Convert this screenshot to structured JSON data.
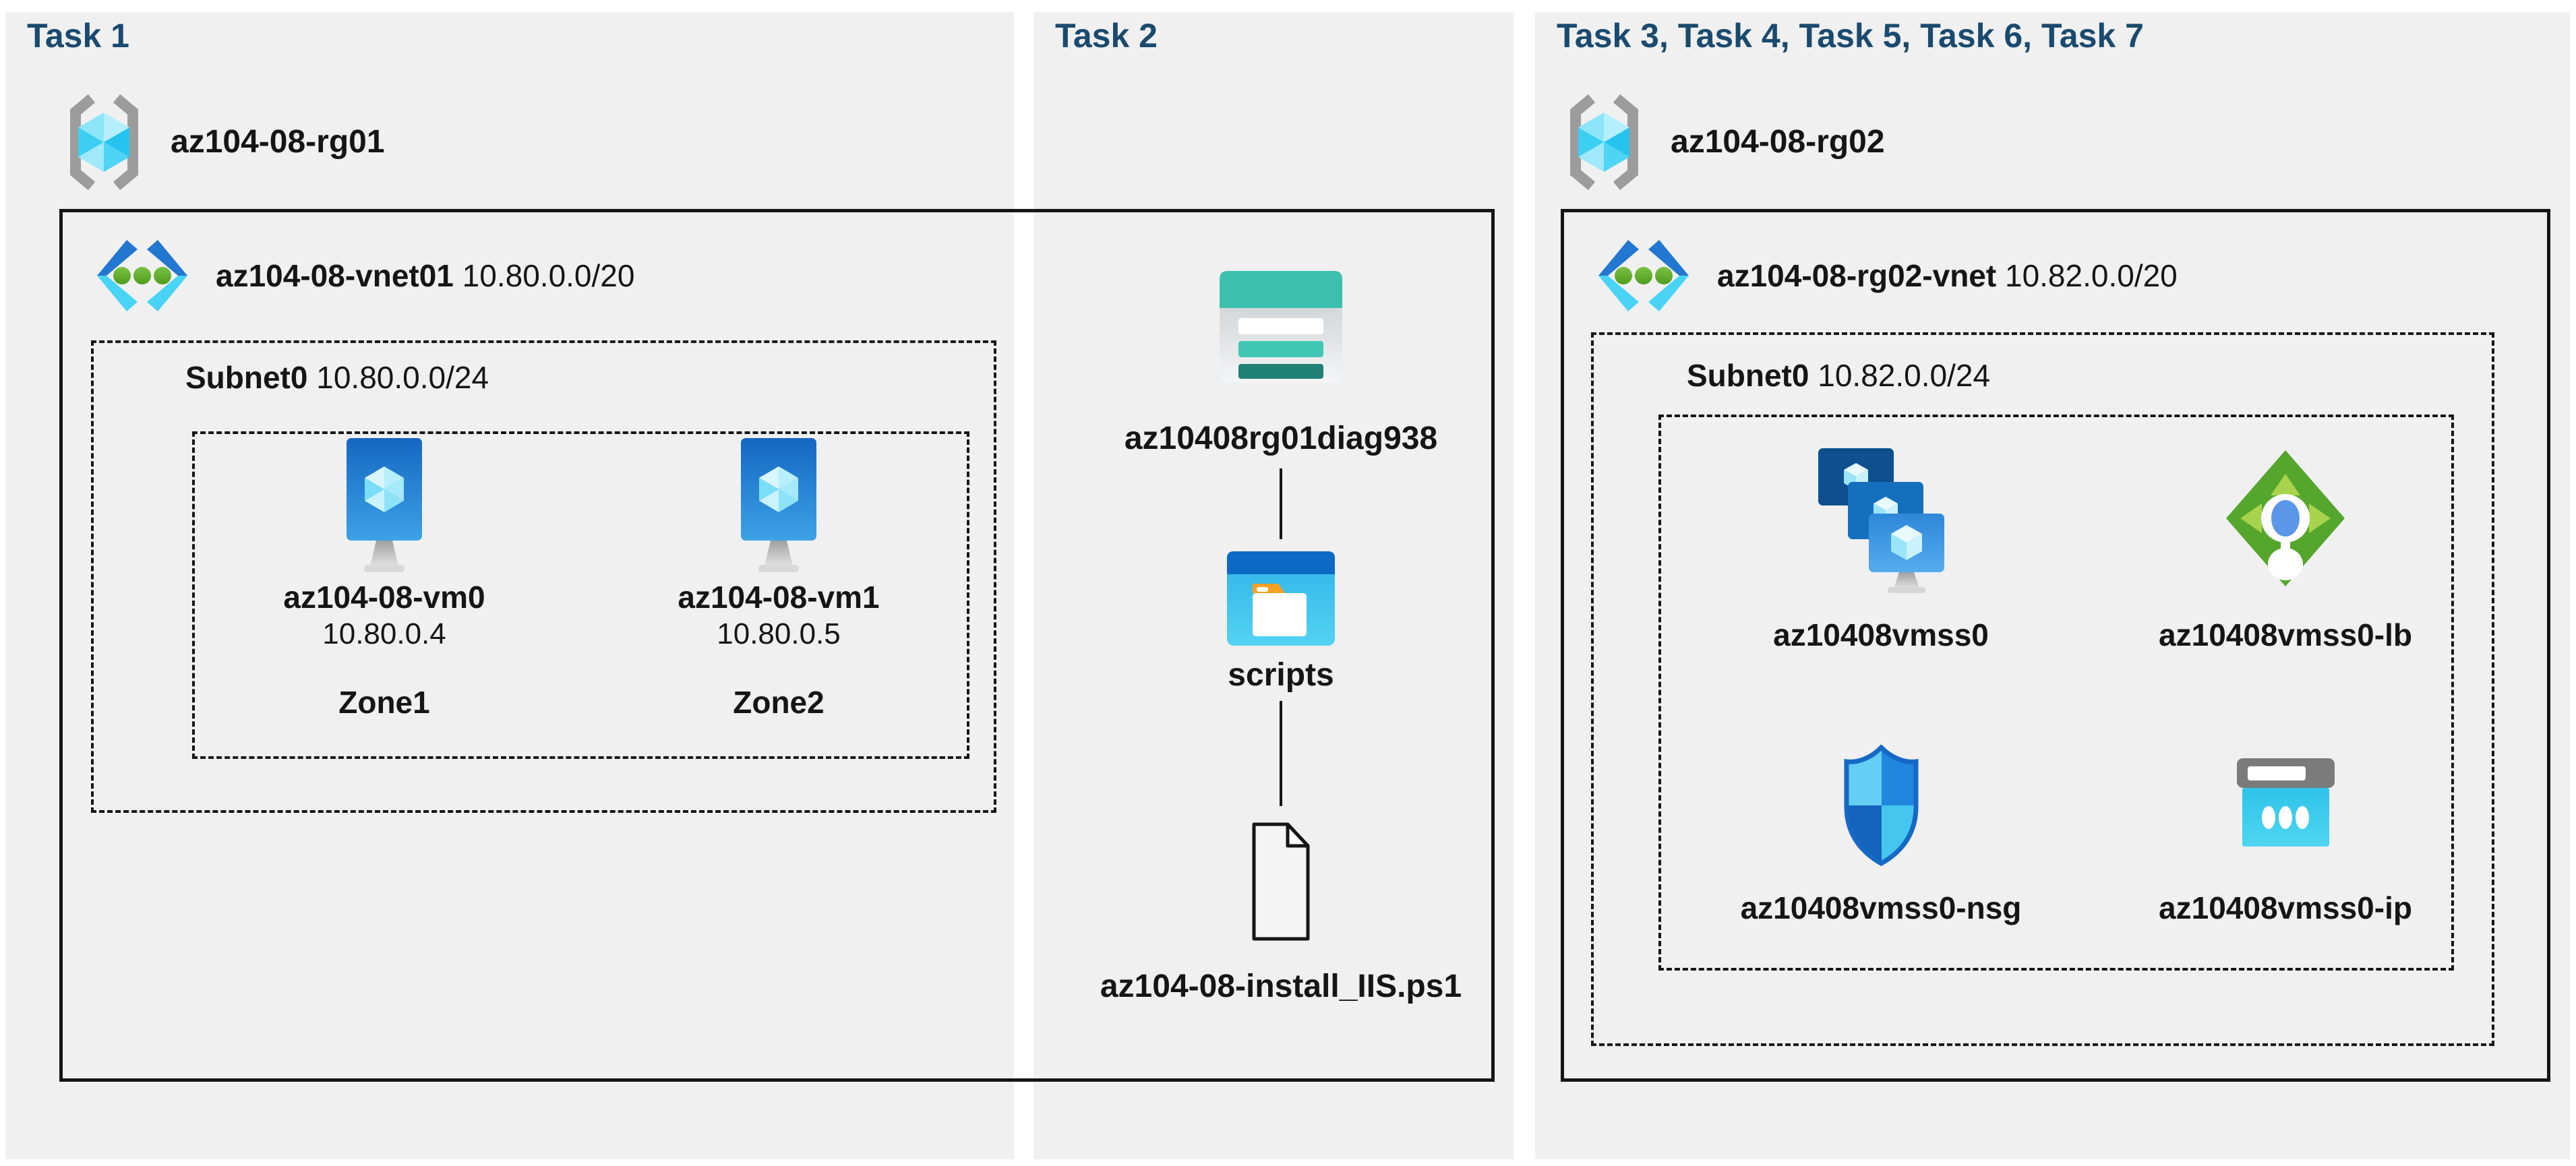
{
  "colors": {
    "background": "#ffffff",
    "panel_background": "#f0f0f1",
    "title_navy": "#1a4a6e",
    "text": "#151515",
    "box_border": "#151515",
    "storage_teal": "#3dbfae",
    "storage_teal_dark": "#1f8076",
    "azure_blue": "#1470bd",
    "azure_cyan": "#45d2f5",
    "lb_green": "#55a62c",
    "lb_green_light": "#a8d34c",
    "folder_orange": "#f7a021",
    "bracket_gray": "#9c9c9c"
  },
  "task1": {
    "title": "Task 1",
    "resource_group": {
      "name": "az104-08-rg01",
      "icon": "resource-group-icon"
    },
    "vnet": {
      "name": "az104-08-vnet01",
      "cidr": "10.80.0.0/20",
      "icon": "virtual-network-icon"
    },
    "subnet": {
      "name": "Subnet0",
      "cidr": "10.80.0.0/24"
    },
    "vms": [
      {
        "name": "az104-08-vm0",
        "ip": "10.80.0.4",
        "zone": "Zone1",
        "icon": "virtual-machine-icon"
      },
      {
        "name": "az104-08-vm1",
        "ip": "10.80.0.5",
        "zone": "Zone2",
        "icon": "virtual-machine-icon"
      }
    ]
  },
  "task2": {
    "title": "Task 2",
    "storage_account": {
      "name": "az10408rg01diag938",
      "icon": "storage-account-icon"
    },
    "container": {
      "name": "scripts",
      "icon": "blob-container-icon"
    },
    "script_file": {
      "name": "az104-08-install_IIS.ps1",
      "icon": "file-icon"
    }
  },
  "task3": {
    "title": "Task 3, Task 4, Task 5, Task 6, Task 7",
    "resource_group": {
      "name": "az104-08-rg02",
      "icon": "resource-group-icon"
    },
    "vnet": {
      "name": "az104-08-rg02-vnet",
      "cidr": "10.82.0.0/20",
      "icon": "virtual-network-icon"
    },
    "subnet": {
      "name": "Subnet0",
      "cidr": "10.82.0.0/24"
    },
    "vmss": {
      "name": "az10408vmss0",
      "icon": "vm-scale-set-icon"
    },
    "load_balancer": {
      "name": "az10408vmss0-lb",
      "icon": "load-balancer-icon"
    },
    "nsg": {
      "name": "az10408vmss0-nsg",
      "icon": "nsg-icon"
    },
    "public_ip": {
      "name": "az10408vmss0-ip",
      "icon": "public-ip-icon"
    }
  }
}
